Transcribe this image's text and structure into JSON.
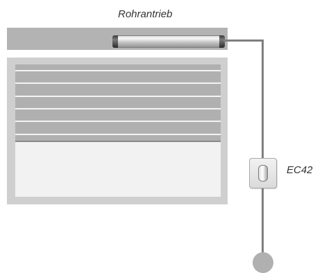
{
  "labels": {
    "motor": "Rohrantrieb",
    "switch": "EC42"
  },
  "colors": {
    "housing": "#b3b3b3",
    "shutter": "#b0b0b0",
    "slat_gap": "#f4f4f4",
    "frame": "#cfcfcf",
    "glass": "#f2f2f2",
    "wire": "#7f7f7f",
    "plug": "#b0b0b0"
  },
  "shutter": {
    "slat_divider_count": 6
  }
}
